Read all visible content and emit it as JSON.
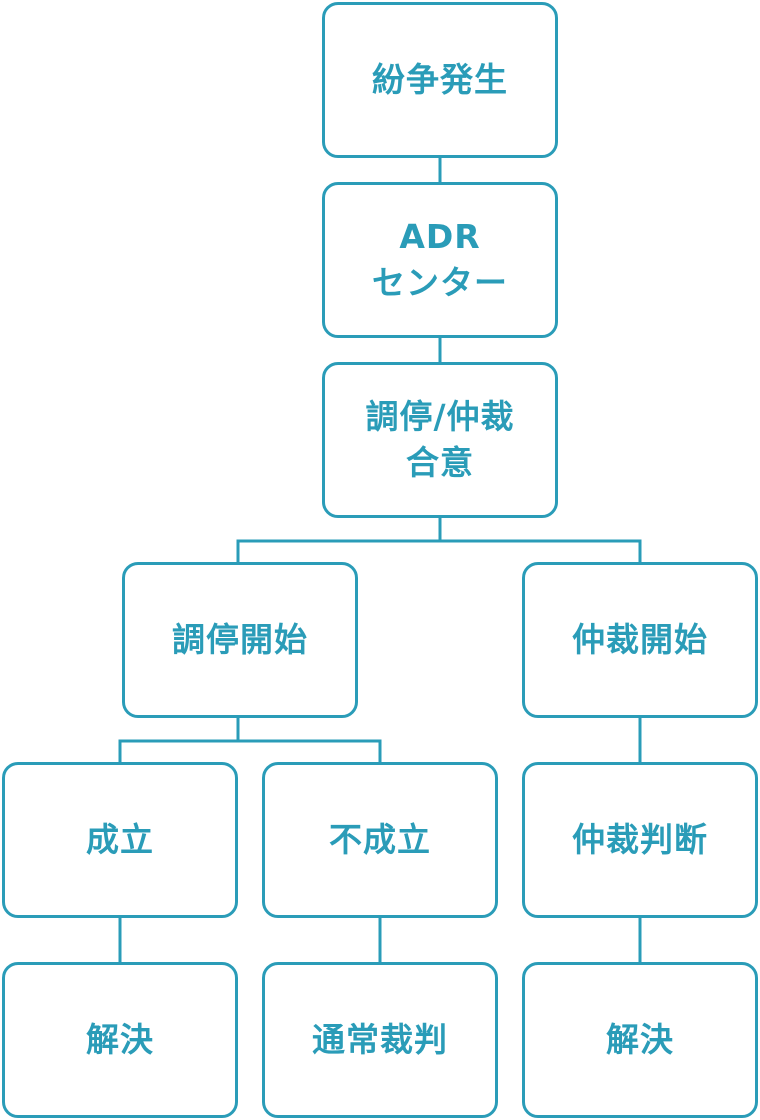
{
  "colors": {
    "accent": "#2a9cb8",
    "background": "#ffffff"
  },
  "nodes": {
    "dispute": "紛争発生",
    "adr_center": "ADR\nセンター",
    "agreement": "調停/仲裁\n合意",
    "mediation_start": "調停開始",
    "arbitration_start": "仲裁開始",
    "success": "成立",
    "failure": "不成立",
    "arbitration_award": "仲裁判断",
    "resolution_left": "解決",
    "court": "通常裁判",
    "resolution_right": "解決"
  }
}
